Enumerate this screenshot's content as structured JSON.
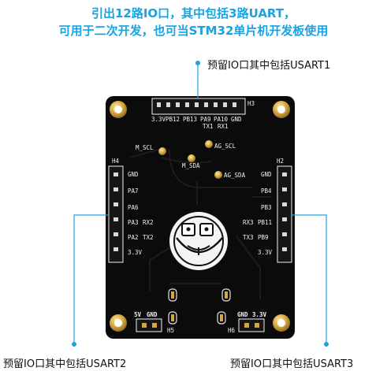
{
  "heading": {
    "line1": "引出12路IO口，其中包括3路UART，",
    "line2": "可用于二次开发，也可当STM32单片机开发板使用"
  },
  "callouts": {
    "top": "预留IO口其中包括USART1",
    "left": "预留IO口其中包括USART2",
    "right": "预留IO口其中包括USART3"
  },
  "board": {
    "h3": {
      "name": "H3",
      "pins_top": [
        "3.3V",
        "PB12",
        "PB13",
        "PA9",
        "PA10",
        "GND"
      ],
      "pins_bottom": [
        "TX1",
        "RX1"
      ]
    },
    "h4": {
      "name": "H4",
      "pins": [
        "GND",
        "PA7",
        "PA6",
        "PA3",
        "PA2",
        "3.3V"
      ],
      "extra": [
        "RX2",
        "TX2"
      ]
    },
    "h2": {
      "name": "H2",
      "pins": [
        "GND",
        "PB4",
        "PB3",
        "PB11",
        "PB9",
        "3.3V"
      ],
      "extra": [
        "RX3",
        "TX3"
      ]
    },
    "h5": {
      "name": "H5",
      "pins": [
        "5V",
        "GND"
      ]
    },
    "h6": {
      "name": "H6",
      "pins": [
        "GND",
        "3.3V"
      ]
    },
    "pads": {
      "m_scl": "M_SCL",
      "m_sda": "M_SDA",
      "ag_scl": "AG_SCL",
      "ag_sda": "AG_SDA"
    }
  },
  "colors": {
    "accent": "#1aa3e0",
    "board": "#0b0b0b",
    "gold": "#d4a640",
    "silkscreen": "#f2f2f2"
  }
}
